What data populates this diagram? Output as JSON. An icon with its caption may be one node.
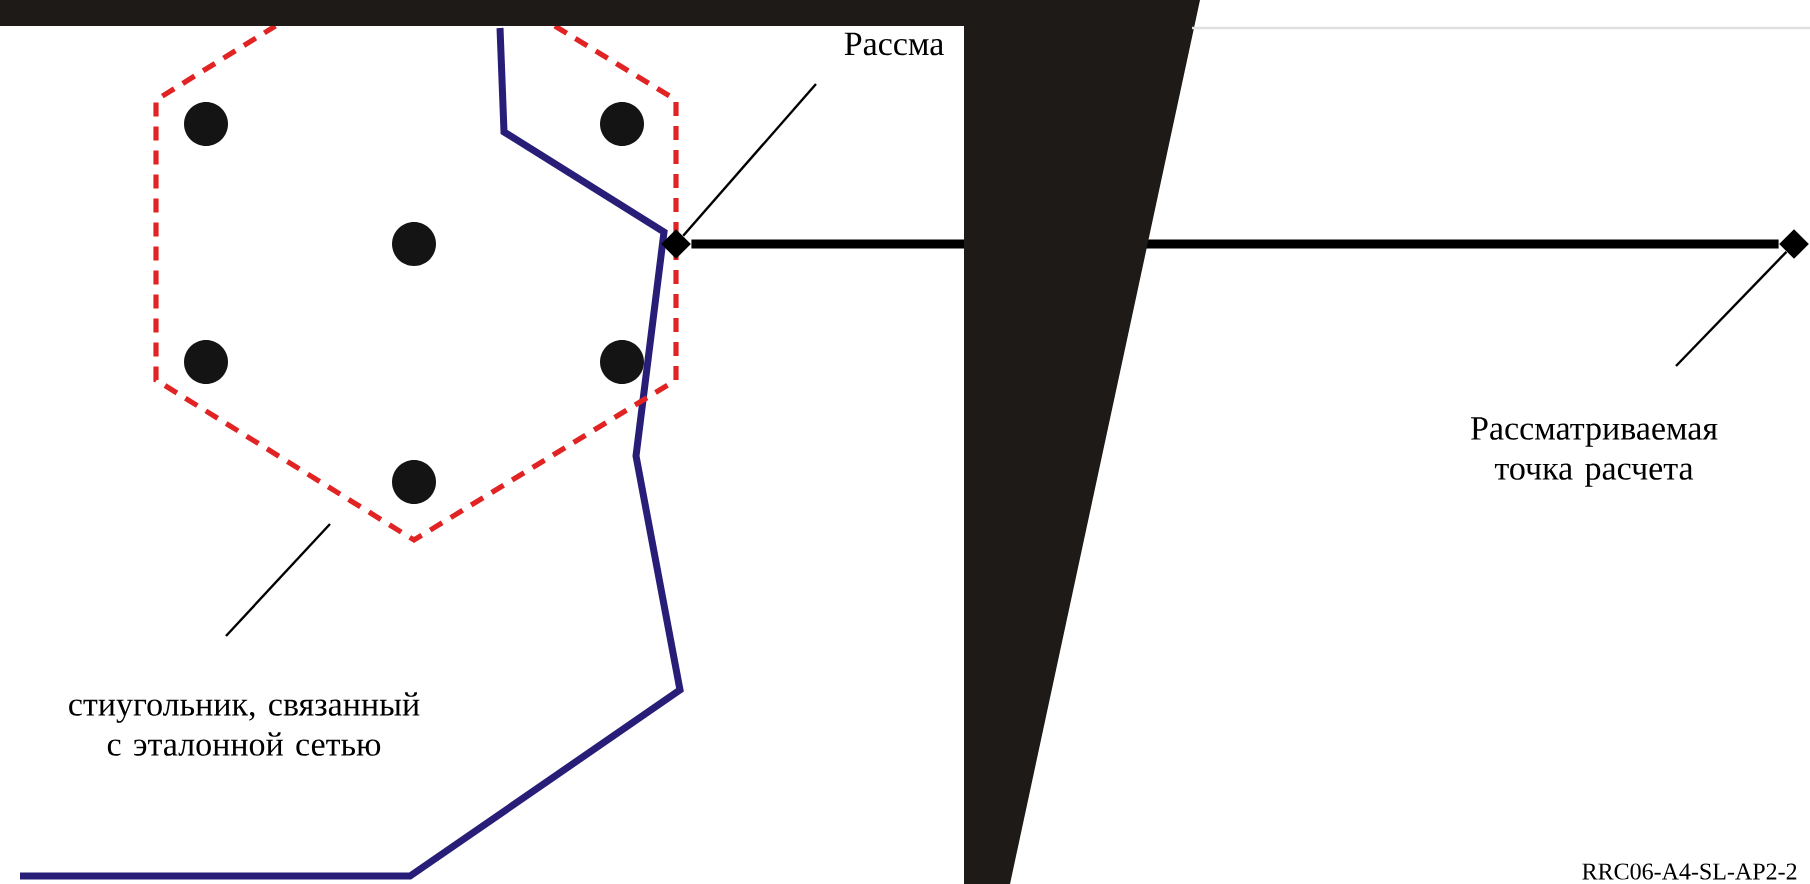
{
  "diagram": {
    "nodes": [
      {
        "text": [],
        "shape": "hexagon"
      },
      {
        "text": [],
        "shape": "diamond"
      },
      {
        "text": [],
        "shape": "diamond"
      },
      {
        "text": [
          "Рассма"
        ]
      },
      {
        "text": [
          "Рассматриваемая точка расчета"
        ]
      },
      {
        "text": [
          "стиугольник, связанный с эталонной сетью"
        ]
      }
    ],
    "edges": [
      {
        "from": 1,
        "to": 2,
        "arrow": "none",
        "style": "thick"
      },
      {
        "from": 3,
        "to": 1,
        "arrow": "none"
      },
      {
        "from": 4,
        "to": 2,
        "arrow": "none"
      },
      {
        "from": 5,
        "to": 0,
        "arrow": "none"
      }
    ],
    "labels": [
      "RRC06-A4-SL-AP2-2"
    ]
  }
}
